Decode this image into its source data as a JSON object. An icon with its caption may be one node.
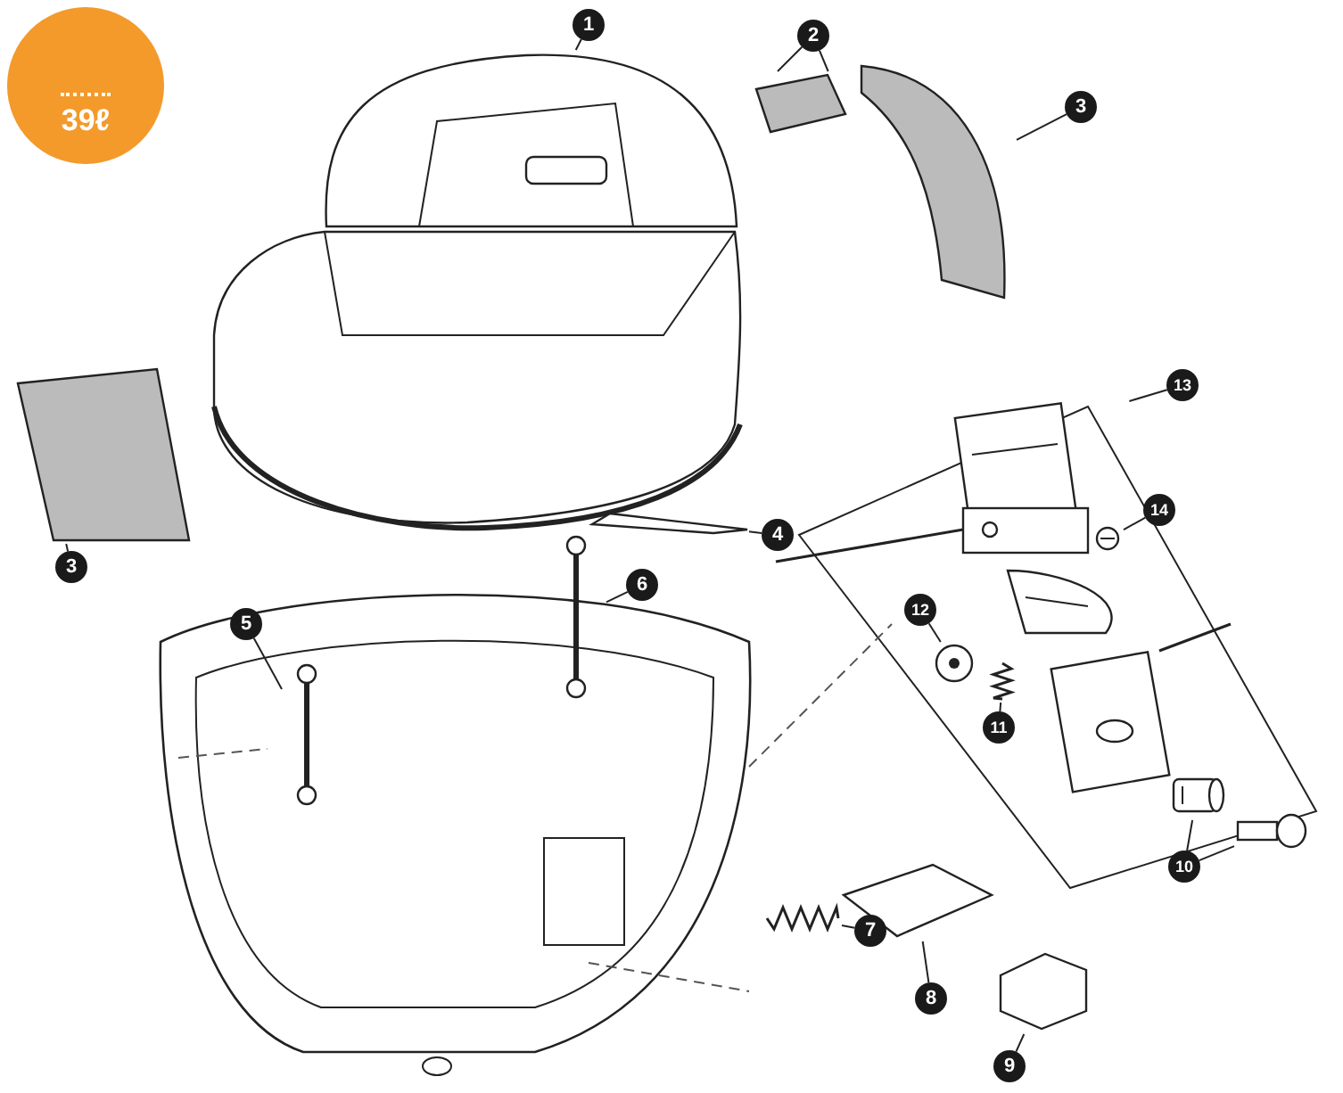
{
  "diagram": {
    "nodes": [
      {
        "text": [
          "39ℓ"
        ]
      },
      {
        "text": [
          "1"
        ]
      },
      {
        "text": [
          "2"
        ]
      },
      {
        "text": [
          "3"
        ]
      },
      {
        "text": [
          "3"
        ]
      },
      {
        "text": [
          "4"
        ]
      },
      {
        "text": [
          "5"
        ]
      },
      {
        "text": [
          "6"
        ]
      },
      {
        "text": [
          "7"
        ]
      },
      {
        "text": [
          "8"
        ]
      },
      {
        "text": [
          "9"
        ]
      },
      {
        "text": [
          "13"
        ]
      },
      {
        "text": [],
        "shape": "picture"
      },
      {
        "text": [],
        "shape": "picture"
      },
      {
        "text": [],
        "shape": "picture"
      },
      {
        "text": [],
        "shape": "picture"
      },
      {
        "text": [],
        "shape": "picture"
      },
      {
        "text": [],
        "shape": "picture"
      },
      {
        "text": [],
        "shape": "picture"
      },
      {
        "text": [],
        "shape": "picture"
      },
      {
        "text": [],
        "shape": "picture"
      },
      {
        "text": [],
        "shape": "picture"
      },
      {
        "text": [],
        "shape": "picture"
      },
      {
        "text": [
          "10"
        ],
        "in": 22
      },
      {
        "text": [
          "11"
        ],
        "in": 22
      },
      {
        "text": [
          "12"
        ],
        "in": 22
      },
      {
        "text": [
          "14"
        ],
        "in": 22
      },
      {
        "text": [],
        "shape": "picture",
        "in": 22
      },
      {
        "text": [],
        "shape": "picture",
        "in": 22
      },
      {
        "text": [],
        "shape": "picture",
        "in": 22
      },
      {
        "text": [],
        "shape": "picture",
        "in": 22
      },
      {
        "text": [],
        "shape": "picture",
        "in": 22
      }
    ],
    "edges": [
      {
        "from": 1,
        "to": 12,
        "arrow": "none"
      },
      {
        "from": 2,
        "to": 13,
        "arrow": "none"
      },
      {
        "from": 2,
        "to": 13,
        "arrow": "none"
      },
      {
        "from": 3,
        "to": 14,
        "arrow": "none"
      },
      {
        "from": 4,
        "to": 15,
        "arrow": "none"
      },
      {
        "from": 5,
        "to": 16,
        "arrow": "none"
      },
      {
        "from": 6,
        "to": 17,
        "arrow": "none"
      },
      {
        "from": 7,
        "to": 18,
        "arrow": "none"
      },
      {
        "from": 8,
        "to": 19,
        "arrow": "none"
      },
      {
        "from": 9,
        "to": 20,
        "arrow": "none"
      },
      {
        "from": 10,
        "to": 21,
        "arrow": "none"
      },
      {
        "from": 11,
        "to": 22,
        "arrow": "none"
      },
      {
        "from": 23,
        "to": 27,
        "arrow": "none"
      },
      {
        "from": 23,
        "to": 28,
        "arrow": "none"
      },
      {
        "from": 24,
        "to": 29,
        "arrow": "none"
      },
      {
        "from": 25,
        "to": 30,
        "arrow": "none"
      },
      {
        "from": 26,
        "to": 31,
        "arrow": "none"
      }
    ]
  }
}
